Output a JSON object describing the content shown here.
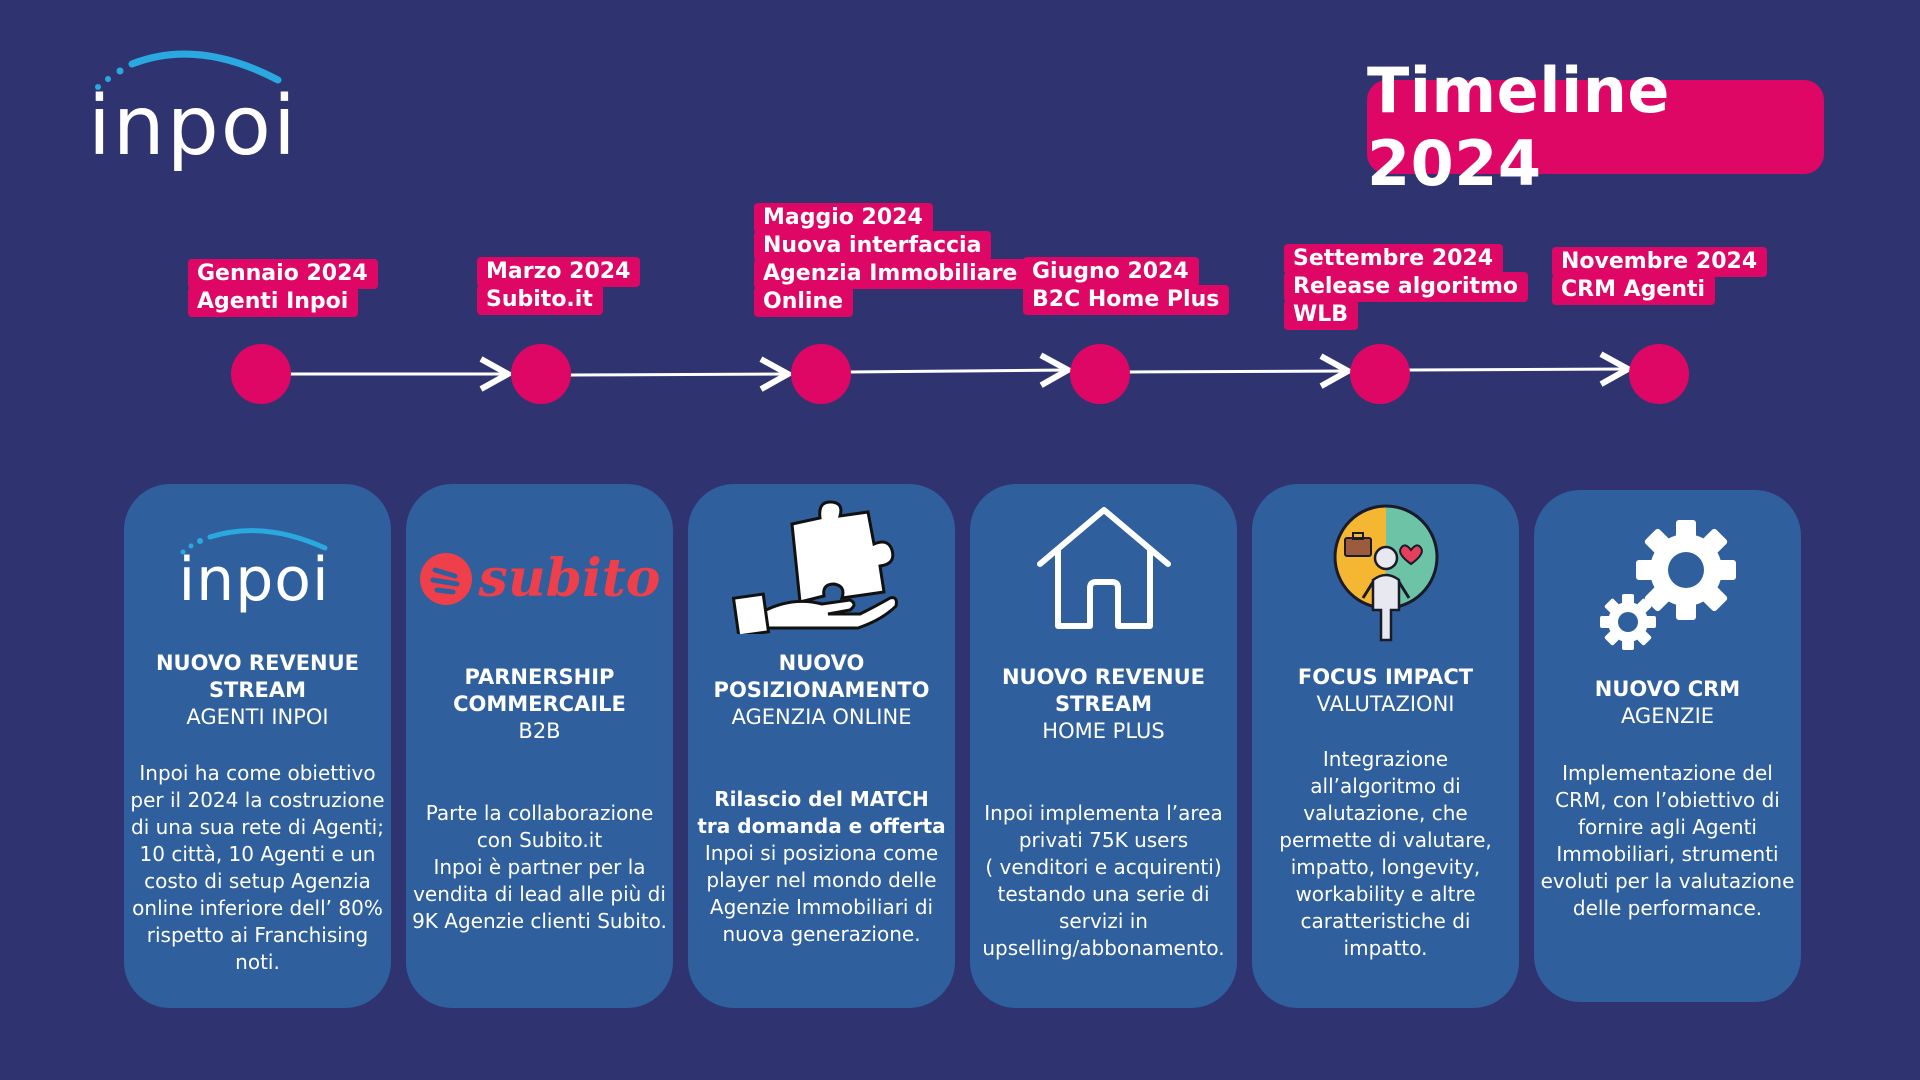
{
  "brand": {
    "logo_text": "inpoi",
    "accent": "#df0766",
    "background": "#2f3470",
    "card": "#2f5f9c"
  },
  "title": "Timeline 2024",
  "milestones": [
    {
      "lines": [
        "Gennaio 2024",
        "Agenti Inpoi"
      ]
    },
    {
      "lines": [
        "Marzo 2024",
        "Subito.it"
      ]
    },
    {
      "lines": [
        "Maggio 2024",
        "Nuova interfaccia",
        "Agenzia Immobiliare",
        "Online"
      ]
    },
    {
      "lines": [
        "Giugno 2024",
        "B2C Home Plus"
      ]
    },
    {
      "lines": [
        "Settembre 2024",
        "Release algoritmo",
        "WLB"
      ]
    },
    {
      "lines": [
        "Novembre 2024",
        "CRM Agenti"
      ]
    }
  ],
  "cards": [
    {
      "icon": "inpoi-logo-icon",
      "icon_text": "inpoi",
      "heading_bold": [
        "NUOVO REVENUE",
        "STREAM"
      ],
      "heading_sub": "AGENTI INPOI",
      "body_bold": [],
      "body": [
        "Inpoi ha come obiettivo",
        "per il 2024 la costruzione",
        "di una sua rete di Agenti;",
        "10 città, 10 Agenti e un",
        "costo di setup Agenzia",
        "online inferiore dell’ 80%",
        "rispetto ai Franchising",
        "noti."
      ]
    },
    {
      "icon": "subito-logo-icon",
      "icon_text": "subito",
      "heading_bold": [
        "PARNERSHIP",
        "COMMERCAILE"
      ],
      "heading_sub": "B2B",
      "body_bold": [],
      "body": [
        "Parte la collaborazione",
        "con Subito.it",
        "Inpoi è partner per la",
        "vendita di lead alle più di",
        "9K Agenzie clienti Subito."
      ]
    },
    {
      "icon": "puzzle-hand-icon",
      "heading_bold": [
        "NUOVO",
        "POSIZIONAMENTO"
      ],
      "heading_sub": "AGENZIA ONLINE",
      "body_bold": [
        "Rilascio del MATCH",
        "tra domanda e offerta"
      ],
      "body": [
        "Inpoi si posiziona come",
        "player nel mondo delle",
        "Agenzie Immobiliari di",
        "nuova generazione."
      ]
    },
    {
      "icon": "house-icon",
      "heading_bold": [
        "NUOVO REVENUE",
        "STREAM"
      ],
      "heading_sub": "HOME PLUS",
      "body_bold": [],
      "body": [
        "Inpoi implementa l’area",
        "privati 75K users",
        "( venditori e acquirenti)",
        "testando una serie di",
        "servizi in",
        "upselling/abbonamento."
      ]
    },
    {
      "icon": "work-life-balance-icon",
      "heading_bold": [
        "FOCUS IMPACT"
      ],
      "heading_sub": "VALUTAZIONI",
      "body_bold": [],
      "body": [
        "Integrazione",
        "all’algoritmo di",
        "valutazione, che",
        "permette di valutare,",
        "impatto, longevity,",
        "workability e altre",
        "caratteristiche di",
        "impatto."
      ]
    },
    {
      "icon": "gears-icon",
      "heading_bold": [
        "NUOVO CRM"
      ],
      "heading_sub": "AGENZIE",
      "body_bold": [],
      "body": [
        "Implementazione del",
        "CRM, con l’obiettivo di",
        "fornire agli Agenti",
        "Immobiliari, strumenti",
        "evoluti per la valutazione",
        "delle performance."
      ]
    }
  ]
}
